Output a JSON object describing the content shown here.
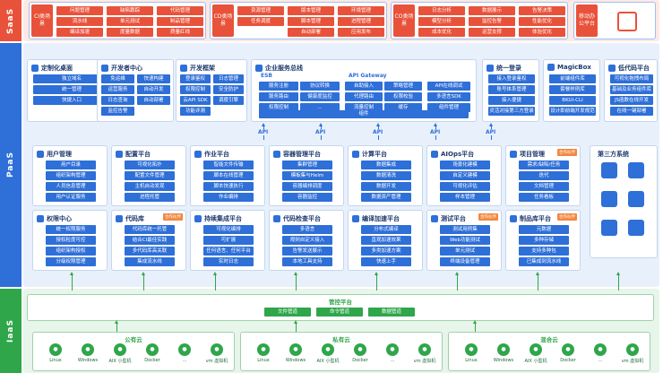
{
  "layers": {
    "saas": "SaaS",
    "paas": "PaaS",
    "iaas": "IaaS"
  },
  "saas": [
    {
      "tag": "CI类场景",
      "chips": [
        "问题管理",
        "缺陷跟踪",
        "代码管理",
        "流水线",
        "单元测试",
        "制品管理",
        "编译加速",
        "度量数据",
        "质量红线"
      ]
    },
    {
      "tag": "CD类场景",
      "chips": [
        "资源管理",
        "版本管理",
        "环境管理",
        "任务调度",
        "脚本管理",
        "进程管理",
        "",
        "自动部署",
        "应用发布"
      ]
    },
    {
      "tag": "CO类场景",
      "chips": [
        "日志分析",
        "数据展示",
        "告警决策",
        "模型分析",
        "监控告警",
        "性能优化",
        "成本优化",
        "运营支撑",
        "体验优化"
      ]
    },
    {
      "tag": "移动办公平台",
      "chips": []
    }
  ],
  "paas_top": [
    {
      "title": "定制化桌面",
      "chips": [
        "独立域名",
        "统一管理",
        "快捷入口"
      ]
    },
    {
      "title": "开发者中心",
      "chips": [
        "免运维",
        "快速构建",
        "运营服务",
        "自动开发",
        "日志查询",
        "自动部署",
        "监控告警"
      ]
    },
    {
      "title": "开发框架",
      "chips": [
        "登录鉴权",
        "日志管理",
        "权限控制",
        "安全防护",
        "云API SDK",
        "调度引擎",
        "功能评测"
      ]
    },
    {
      "title": "企业服务总线",
      "esb": "ESB",
      "esb_chips": [
        "服务注册",
        "协议转换",
        "服务路由",
        "健康度监控",
        "权限控制",
        "..."
      ],
      "gw": "API Gateway",
      "gw_chips": [
        "自助接入",
        "策略管理",
        "代理路由",
        "权限校验",
        "流量控制",
        "缓存"
      ],
      "api_chips": [
        "API在线调试",
        "多语言SDK",
        "组件管理"
      ],
      "footer": "组件"
    },
    {
      "title": "统一登录",
      "chips": [
        "接入登录鉴权",
        "账号体系管理",
        "接入便捷",
        "灵活对接第三方登录"
      ]
    },
    {
      "title": "MagicBox",
      "chips": [
        "前端组件库",
        "套餐样例库",
        "BKUI-CLI",
        "设计即前端开发规范"
      ]
    },
    {
      "title": "低代码平台",
      "chips": [
        "可视化拖拽布局",
        "基础及业务组件库",
        "JS函数在线开发",
        "在线一键部署"
      ]
    }
  ],
  "api_text": "API",
  "paas_mid": [
    {
      "title": "用户管理",
      "chips": [
        "用户目录",
        "组织架构管理",
        "人员信息管理",
        "用户认证服务"
      ]
    },
    {
      "title": "配置平台",
      "chips": [
        "可视化拓扑",
        "配置文件管理",
        "主机自动发现",
        "进程托管"
      ]
    },
    {
      "title": "作业平台",
      "chips": [
        "智能文件传输",
        "脚本在线管理",
        "脚本快速执行",
        "作业编排"
      ]
    },
    {
      "title": "容器管理平台",
      "chips": [
        "集群管理",
        "模板集与Helm",
        "容器编排调度",
        "容器监控"
      ]
    },
    {
      "title": "计算平台",
      "chips": [
        "数据集成",
        "数据清洗",
        "数据开发",
        "数据资产管理"
      ]
    },
    {
      "title": "AIOps平台",
      "chips": [
        "场景化建模",
        "自定义建模",
        "可视化评估",
        "样本管理"
      ]
    },
    {
      "title": "项目管理",
      "badge": "合作伙伴",
      "chips": [
        "需求/缺陷/任务",
        "迭代",
        "文档管理",
        "任务看板"
      ]
    }
  ],
  "paas_low": [
    {
      "title": "权限中心",
      "chips": [
        "统一权限服务",
        "授权粒度可控",
        "组织架构授权",
        "分级权限管理"
      ]
    },
    {
      "title": "代码库",
      "badge": "合作伙伴",
      "chips": [
        "代码库统一托管",
        "结合CI最佳实践",
        "多代码库高关联",
        "集成流水线"
      ]
    },
    {
      "title": "持续集成平台",
      "chips": [
        "可视化编排",
        "可扩展",
        "任何语言、任何平台",
        "实时日志"
      ]
    },
    {
      "title": "代码检查平台",
      "chips": [
        "多语言",
        "规则自定义接入",
        "告警发送展示",
        "本地工具支持"
      ]
    },
    {
      "title": "编译加速平台",
      "chips": [
        "分布式编译",
        "直观加速效果",
        "多类加速方案",
        "快速上手"
      ]
    },
    {
      "title": "测试平台",
      "badge": "合作伙伴",
      "chips": [
        "测试用例集",
        "Web功能测试",
        "单元测试",
        "终端设备管理"
      ]
    },
    {
      "title": "制品库平台",
      "badge": "合作伙伴",
      "chips": [
        "元数据",
        "多种存储",
        "支持多种包",
        "已集成到流水线"
      ]
    }
  ],
  "third_party": {
    "title": "第三方系统",
    "icons": [
      "wechat-icon",
      "plus-icon",
      "phone-icon",
      "mail-icon",
      "oa-icon",
      "app-icon"
    ]
  },
  "control": {
    "title": "管控平台",
    "chips": [
      "文件管道",
      "命令管道",
      "数据管道"
    ]
  },
  "clouds": [
    {
      "title": "公有云",
      "items": [
        "Linux",
        "Windows",
        "AIX 小型机",
        "Docker",
        "...",
        "vm 虚拟机"
      ]
    },
    {
      "title": "私有云",
      "items": [
        "Linux",
        "Windows",
        "AIX 小型机",
        "Docker",
        "...",
        "vm 虚拟机"
      ]
    },
    {
      "title": "混合云",
      "items": [
        "Linux",
        "Windows",
        "AIX 小型机",
        "Docker",
        "...",
        "vm 虚拟机"
      ]
    }
  ],
  "colors": {
    "blue": "#2e6fd8",
    "red": "#e9523a",
    "green": "#2fa64a"
  }
}
